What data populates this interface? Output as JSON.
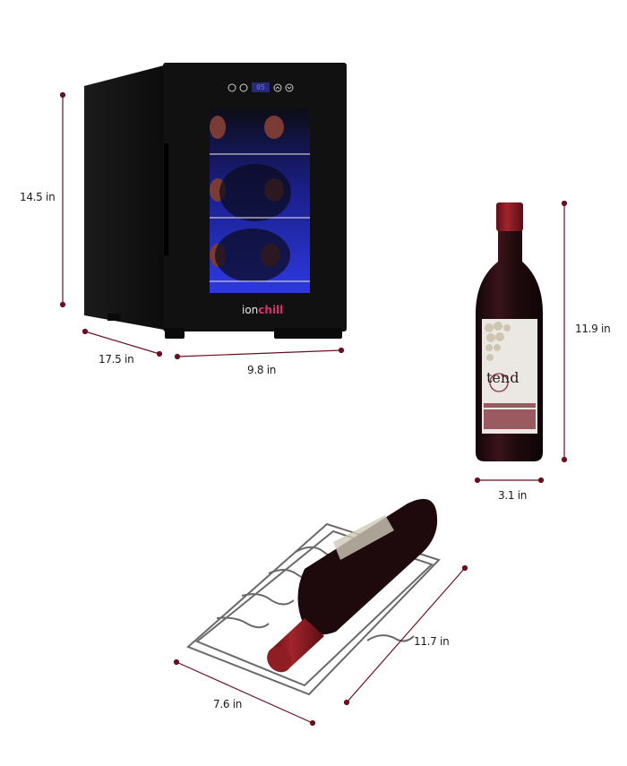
{
  "product": {
    "brand_logo": {
      "part1": "ion",
      "part2": "chill"
    },
    "display_value": "05",
    "control_icons": [
      "power-icon",
      "light-icon",
      "up-arrow-icon",
      "down-arrow-icon"
    ]
  },
  "bottle_label": {
    "brand": "tend"
  },
  "dimensions": {
    "fridge_height": "14.5 in",
    "fridge_depth": "17.5 in",
    "fridge_width": "9.8 in",
    "bottle_height": "11.9 in",
    "bottle_width": "3.1 in",
    "rack_depth": "11.7 in",
    "rack_width": "7.6 in"
  },
  "colors": {
    "dimension_line": "#6b0f22",
    "fridge_body": "#141414",
    "interior_light": "#2d39d8",
    "wine_bottle": "#2a0d12",
    "capsule": "#8e1d24",
    "logo_accent": "#d6336c"
  }
}
